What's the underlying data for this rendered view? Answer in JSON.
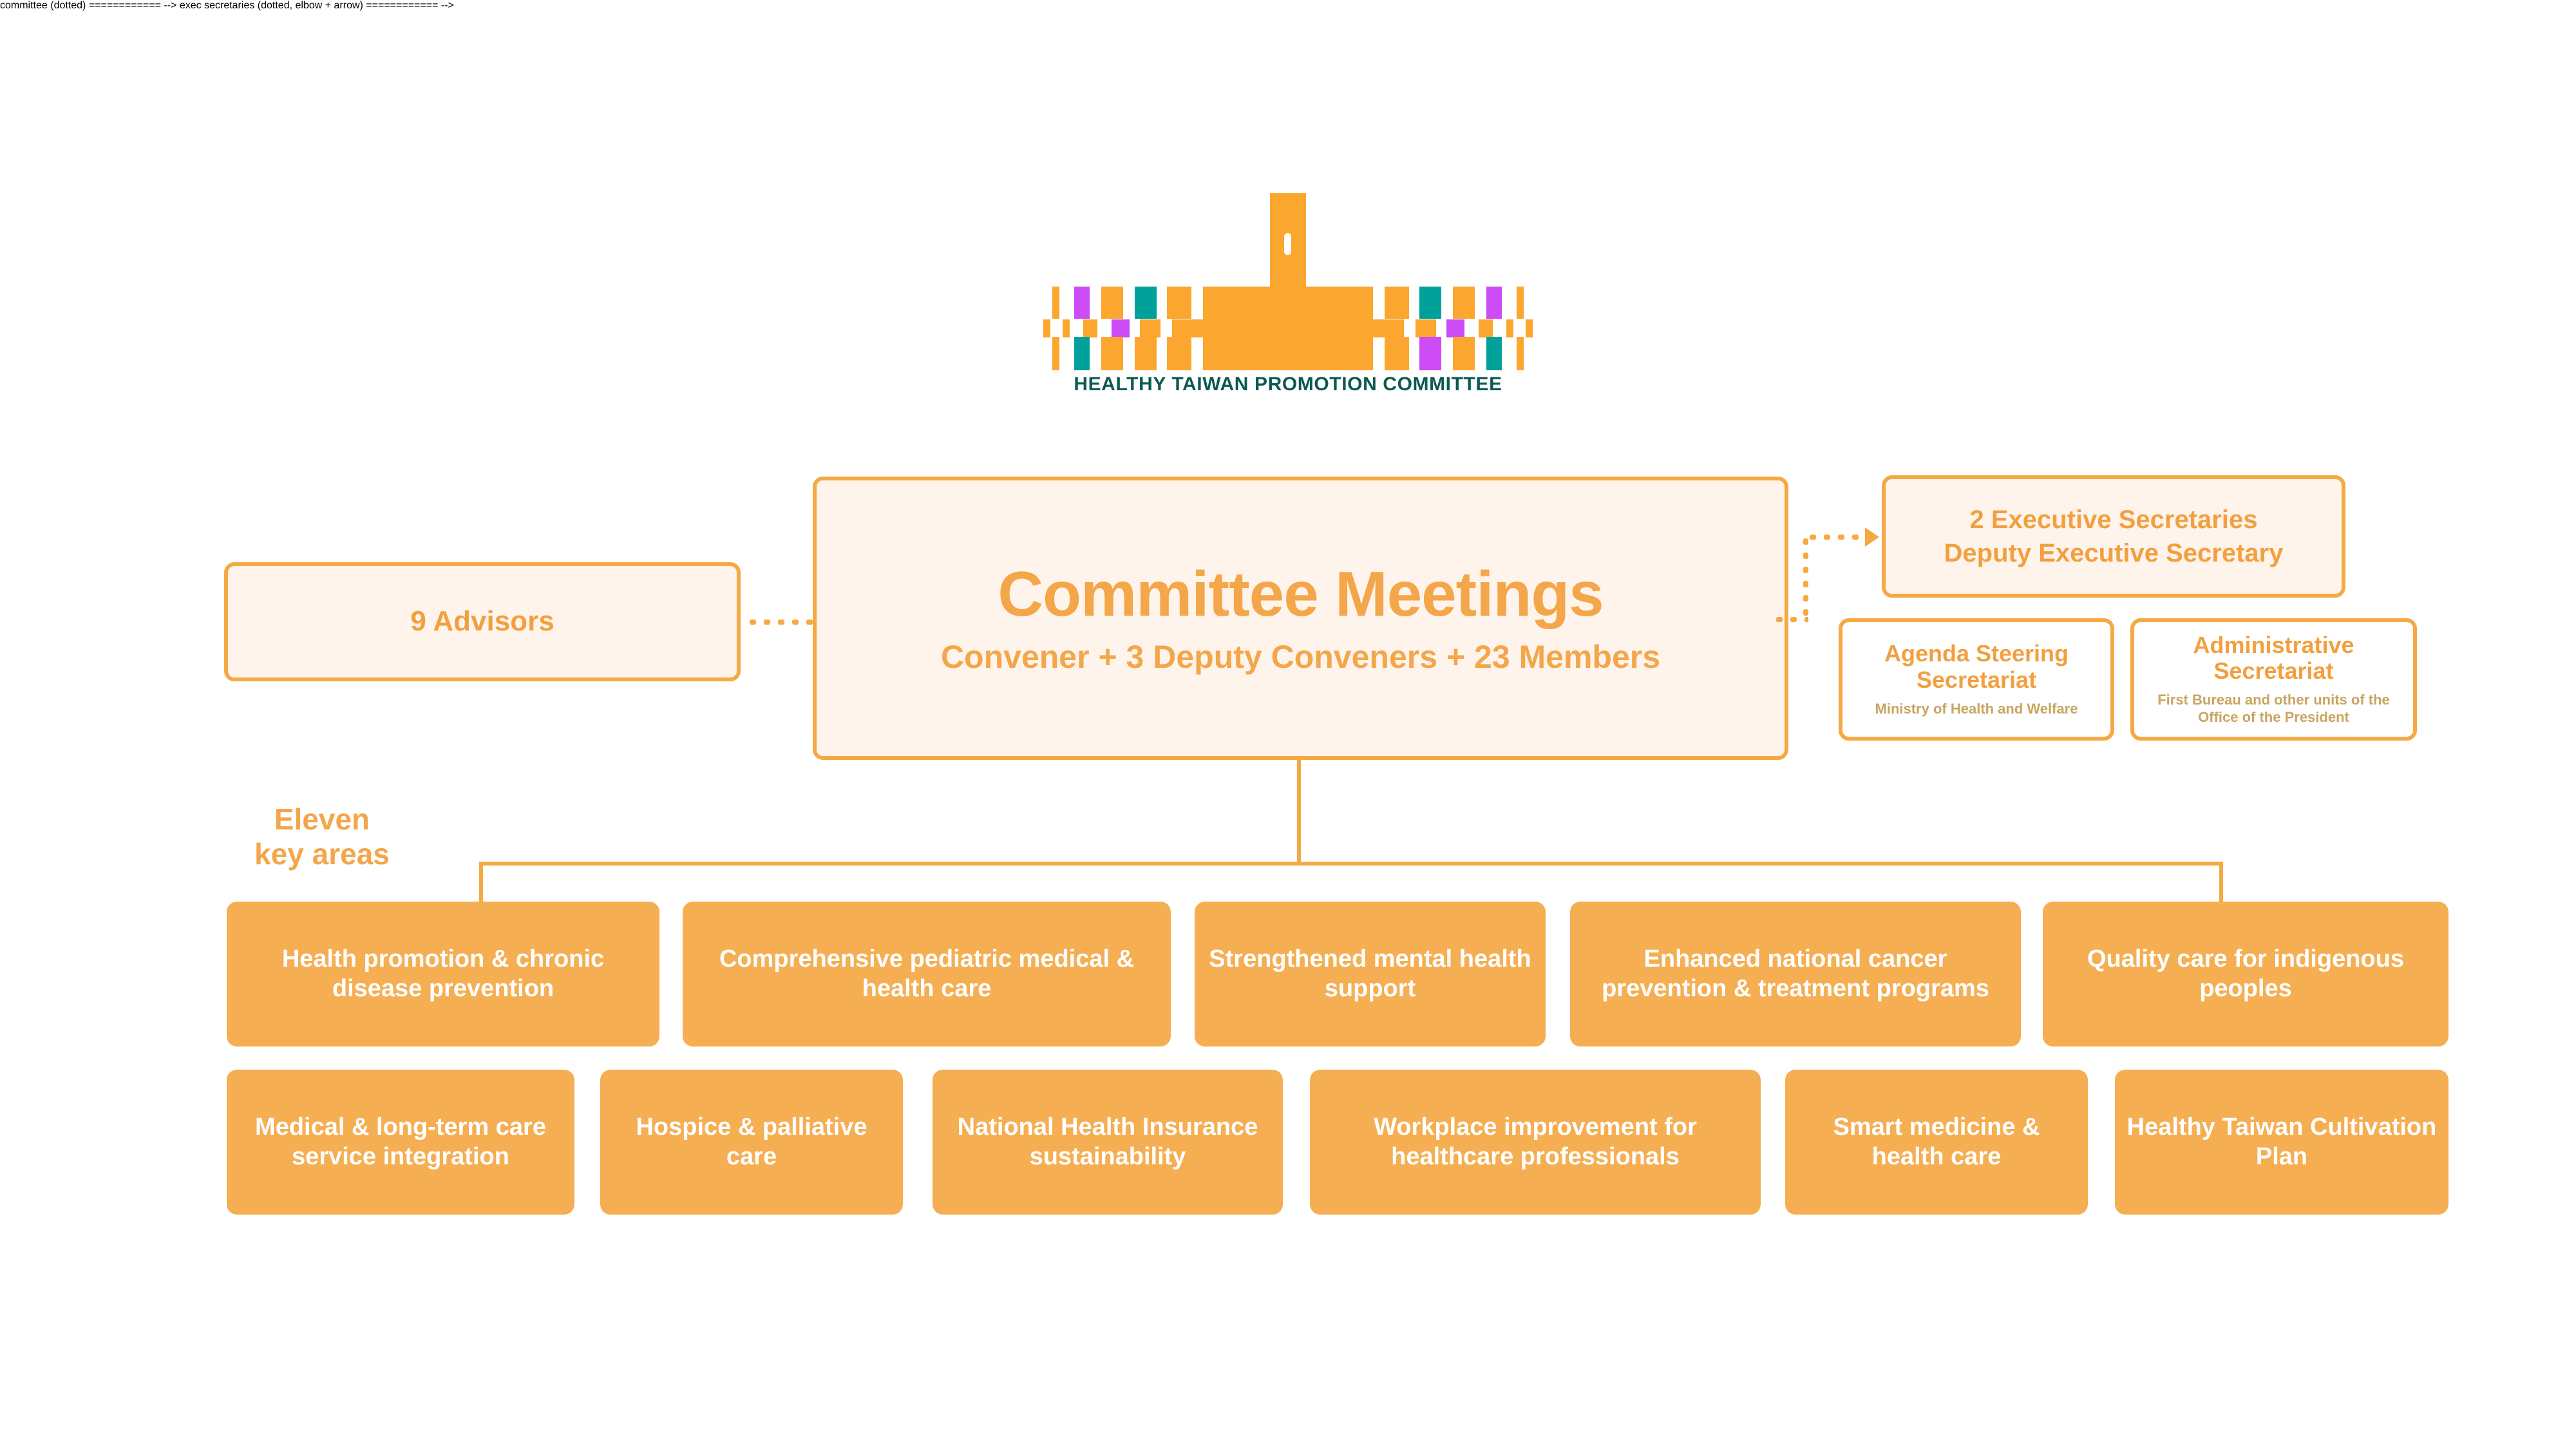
{
  "logo": {
    "caption": "HEALTHY TAIWAN PROMOTION COMMITTEE",
    "colors": {
      "orange": "#FBA62E",
      "teal": "#00A19A",
      "magenta": "#CD4CF5",
      "caption_color": "#0B5A52"
    }
  },
  "theme": {
    "accent_orange": "#F5A944",
    "card_orange": "#F5AE52",
    "cream_fill": "#FEF4EB",
    "text_orange": "#F2A03F",
    "sub_gold": "#C9A561",
    "white": "#FFFFFF"
  },
  "advisors": {
    "label": "9 Advisors"
  },
  "committee": {
    "title": "Committee Meetings",
    "subtitle": "Convener + 3 Deputy Conveners + 23 Members"
  },
  "executive_secretaries": {
    "line1": "2 Executive Secretaries",
    "line2": "Deputy Executive Secretary"
  },
  "secretariats": [
    {
      "title": "Agenda Steering Secretariat",
      "title_line1": "Agenda Steering",
      "title_line2": "Secretariat",
      "subtitle": "Ministry of Health and Welfare"
    },
    {
      "title": "Administrative Secretariat",
      "title_line1": "Administrative",
      "title_line2": "Secretariat",
      "subtitle": "First Bureau and other units of the Office of the President"
    }
  ],
  "key_areas": {
    "label_line1": "Eleven",
    "label_line2": "key areas",
    "count": 11,
    "row1": [
      {
        "label": "Health promotion & chronic disease prevention"
      },
      {
        "label": "Comprehensive pediatric medical & health care"
      },
      {
        "label": "Strengthened mental health support"
      },
      {
        "label": "Enhanced national cancer prevention & treatment programs"
      },
      {
        "label": "Quality care for indigenous peoples"
      }
    ],
    "row2": [
      {
        "label": "Medical & long-term care service integration"
      },
      {
        "label": "Hospice & palliative care"
      },
      {
        "label": "National Health Insurance sustainability"
      },
      {
        "label": "Workplace improvement for healthcare professionals"
      },
      {
        "label": "Smart medicine & health care"
      },
      {
        "label": "Healthy Taiwan Cultivation Plan"
      }
    ]
  }
}
